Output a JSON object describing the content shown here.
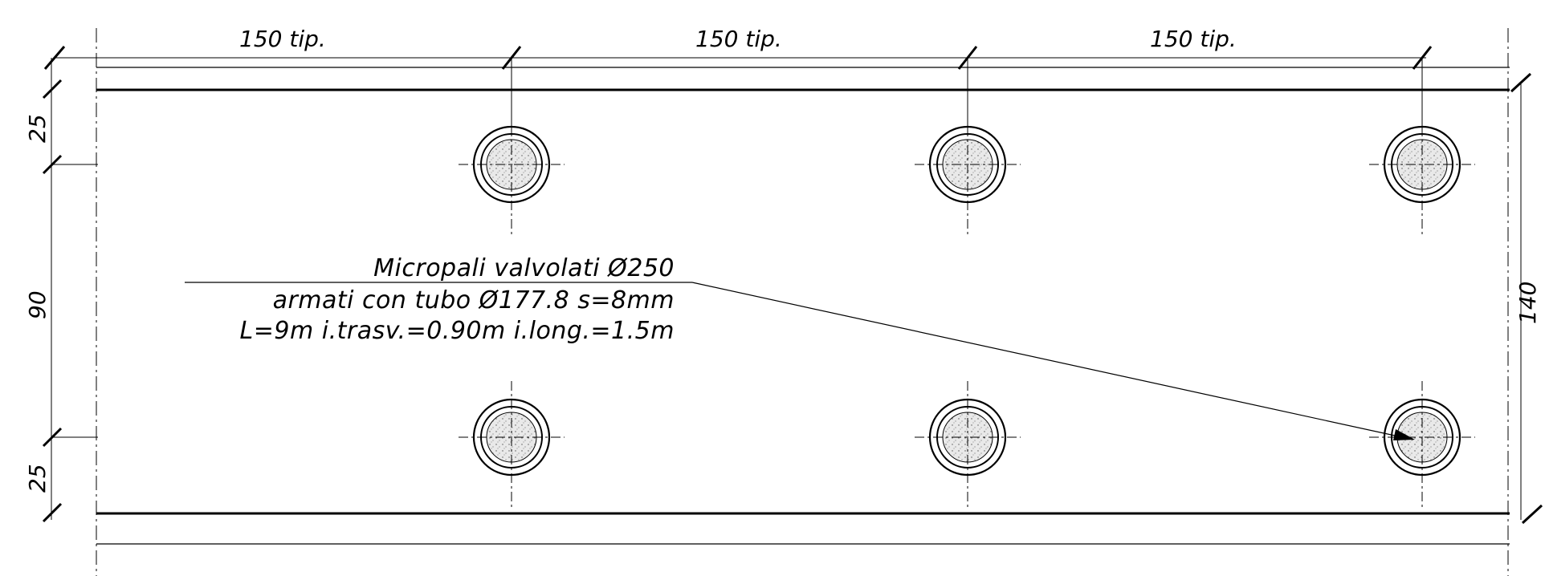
{
  "dimensions": {
    "top_spacings": [
      "150 tip.",
      "150 tip.",
      "150 tip."
    ],
    "left_segments": [
      "25",
      "90",
      "25"
    ],
    "right_total": "140"
  },
  "annotation": {
    "line1": "Micropali  valvolati  Ø250",
    "line2": "armati con tubo Ø177.8 s=8mm",
    "line3": "L=9m  i.trasv.=0.90m  i.long.=1.5m"
  },
  "piles": {
    "rows": 2,
    "columns": 3,
    "count": 6
  },
  "colors": {
    "ink": "#000000",
    "concrete_fill": "#e6e6e6",
    "background": "#ffffff"
  }
}
